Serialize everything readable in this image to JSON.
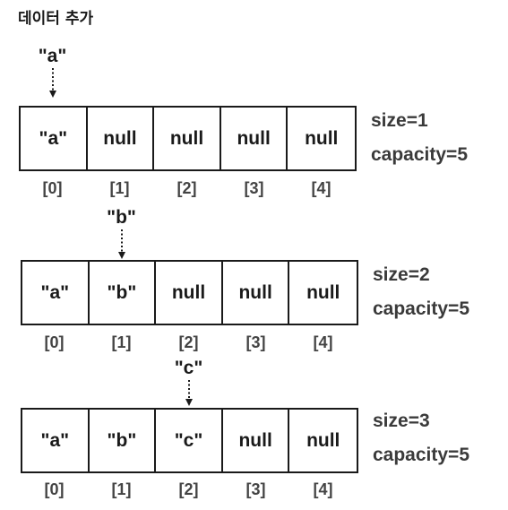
{
  "title": "데이터 추가",
  "indices": [
    "[0]",
    "[1]",
    "[2]",
    "[3]",
    "[4]"
  ],
  "steps": [
    {
      "pointer": "\"a\"",
      "pointer_index": 0,
      "cells": [
        "\"a\"",
        "null",
        "null",
        "null",
        "null"
      ],
      "size_text": "size=1",
      "capacity_text": "capacity=5"
    },
    {
      "pointer": "\"b\"",
      "pointer_index": 1,
      "cells": [
        "\"a\"",
        "\"b\"",
        "null",
        "null",
        "null"
      ],
      "size_text": "size=2",
      "capacity_text": "capacity=5"
    },
    {
      "pointer": "\"c\"",
      "pointer_index": 2,
      "cells": [
        "\"a\"",
        "\"b\"",
        "\"c\"",
        "null",
        "null"
      ],
      "size_text": "size=3",
      "capacity_text": "capacity=5"
    }
  ]
}
